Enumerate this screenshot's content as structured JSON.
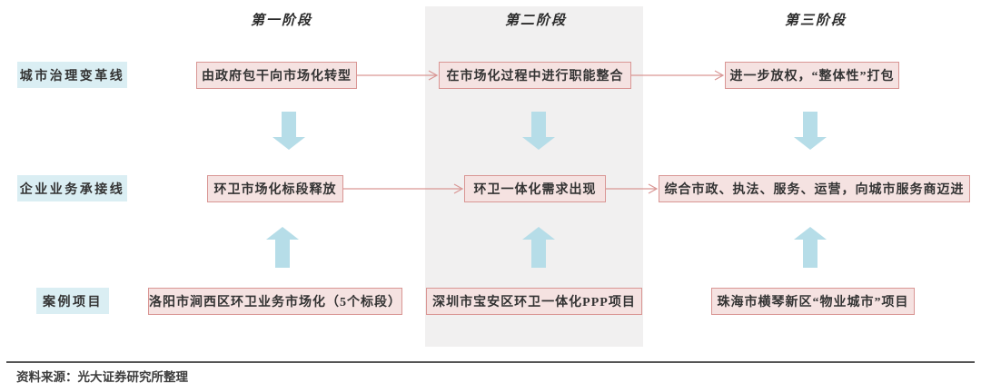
{
  "stage_headers": [
    {
      "label": "第一阶段"
    },
    {
      "label": "第二阶段"
    },
    {
      "label": "第三阶段"
    }
  ],
  "lanes": [
    {
      "label": "城市治理变革线",
      "boxes": [
        "由政府包干向市场化转型",
        "在市场化过程中进行职能整合",
        "进一步放权，“整体性”打包"
      ]
    },
    {
      "label": "企业业务承接线",
      "boxes": [
        "环卫市场化标段释放",
        "环卫一体化需求出现",
        "综合市政、执法、服务、运营，向城市服务商迈进"
      ]
    },
    {
      "label": "案例项目",
      "boxes": [
        "洛阳市涧西区环卫业务市场化（5个标段）",
        "深圳市宝安区环卫一体化PPP项目",
        "珠海市横琴新区“物业城市”项目"
      ]
    }
  ],
  "footer": {
    "source_text": "资料来源：光大证券研究所整理"
  },
  "colors": {
    "box_fill": "#f5e2e1",
    "box_border": "#d99694",
    "lane_label_fill": "#daeef3",
    "block_arrow": "#b6dde8",
    "connector_arrow": "#d99694",
    "stage_band": "#f1f0f0"
  }
}
